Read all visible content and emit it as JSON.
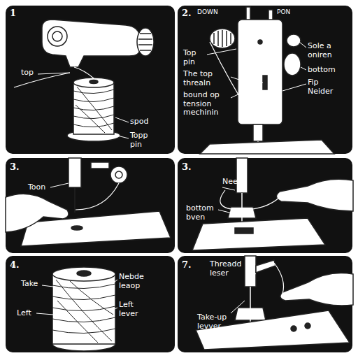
{
  "diagram": {
    "nodes": [
      {
        "text": [
          "1",
          "top",
          "spod",
          "Topp pin"
        ]
      },
      {
        "text": [
          "2.",
          "DOWN",
          "PON",
          "Top pin",
          "The top threaln",
          "bound op tension mechinin",
          "Sole a oniren",
          "bottom",
          "Fip Neider"
        ]
      },
      {
        "text": [
          "3.",
          "Toon"
        ]
      },
      {
        "text": [
          "3.",
          "Neele",
          "bottom bven"
        ]
      },
      {
        "text": [
          "4.",
          "Take",
          "Left",
          "Nebde leaop",
          "Left lever"
        ]
      },
      {
        "text": [
          "7.",
          "Threadd leser",
          "Take-up levver"
        ]
      }
    ]
  }
}
